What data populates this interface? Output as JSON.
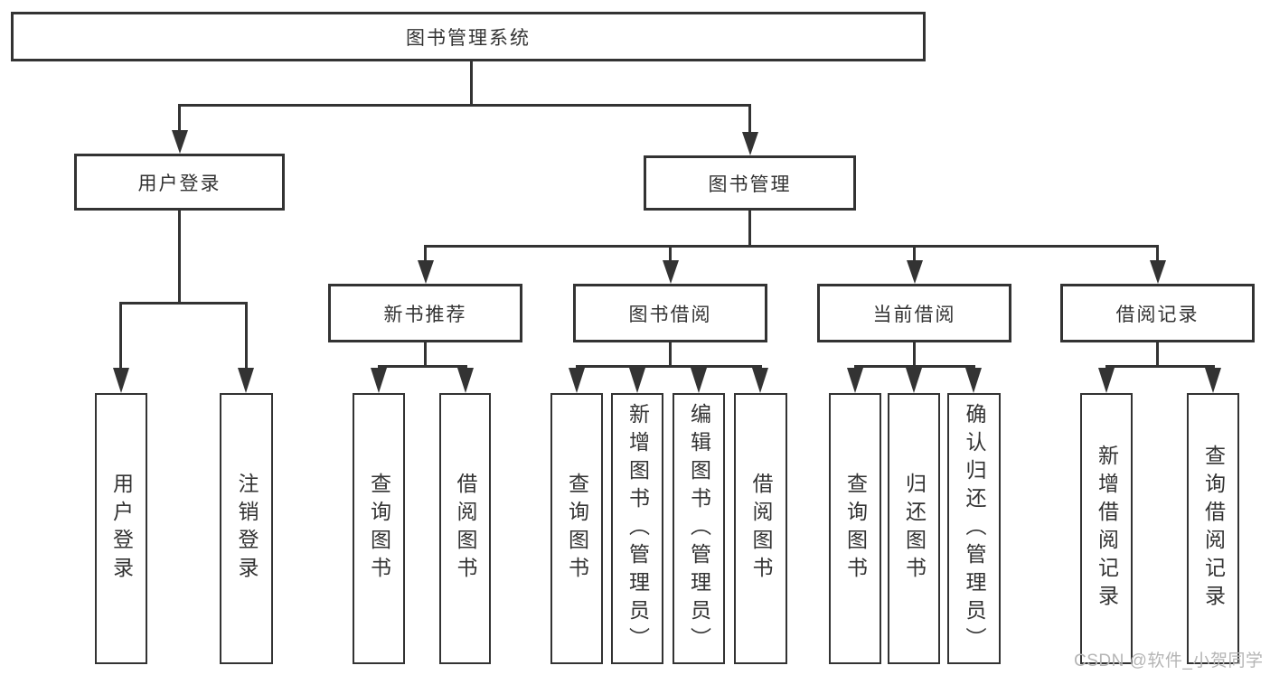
{
  "diagram": {
    "root": {
      "label": "图书管理系统"
    },
    "branches": [
      {
        "label": "用户登录",
        "children": [
          {
            "label": "用户登录"
          },
          {
            "label": "注销登录"
          }
        ]
      },
      {
        "label": "图书管理",
        "groups": [
          {
            "label": "新书推荐",
            "children": [
              {
                "label": "查询图书"
              },
              {
                "label": "借阅图书"
              }
            ]
          },
          {
            "label": "图书借阅",
            "children": [
              {
                "label": "查询图书"
              },
              {
                "label": "新增图书（管理员）"
              },
              {
                "label": "编辑图书（管理员）"
              },
              {
                "label": "借阅图书"
              }
            ]
          },
          {
            "label": "当前借阅",
            "children": [
              {
                "label": "查询图书"
              },
              {
                "label": "归还图书"
              },
              {
                "label": "确认归还（管理员）"
              }
            ]
          },
          {
            "label": "借阅记录",
            "children": [
              {
                "label": "新增借阅记录"
              },
              {
                "label": "查询借阅记录"
              }
            ]
          }
        ]
      }
    ]
  },
  "watermark": {
    "text": "CSDN @软件_小贺同学"
  },
  "colors": {
    "line": "#333333",
    "text": "#333333",
    "box_background": "#ffffff",
    "watermark": "#b5b5b5",
    "background": "#ffffff"
  }
}
